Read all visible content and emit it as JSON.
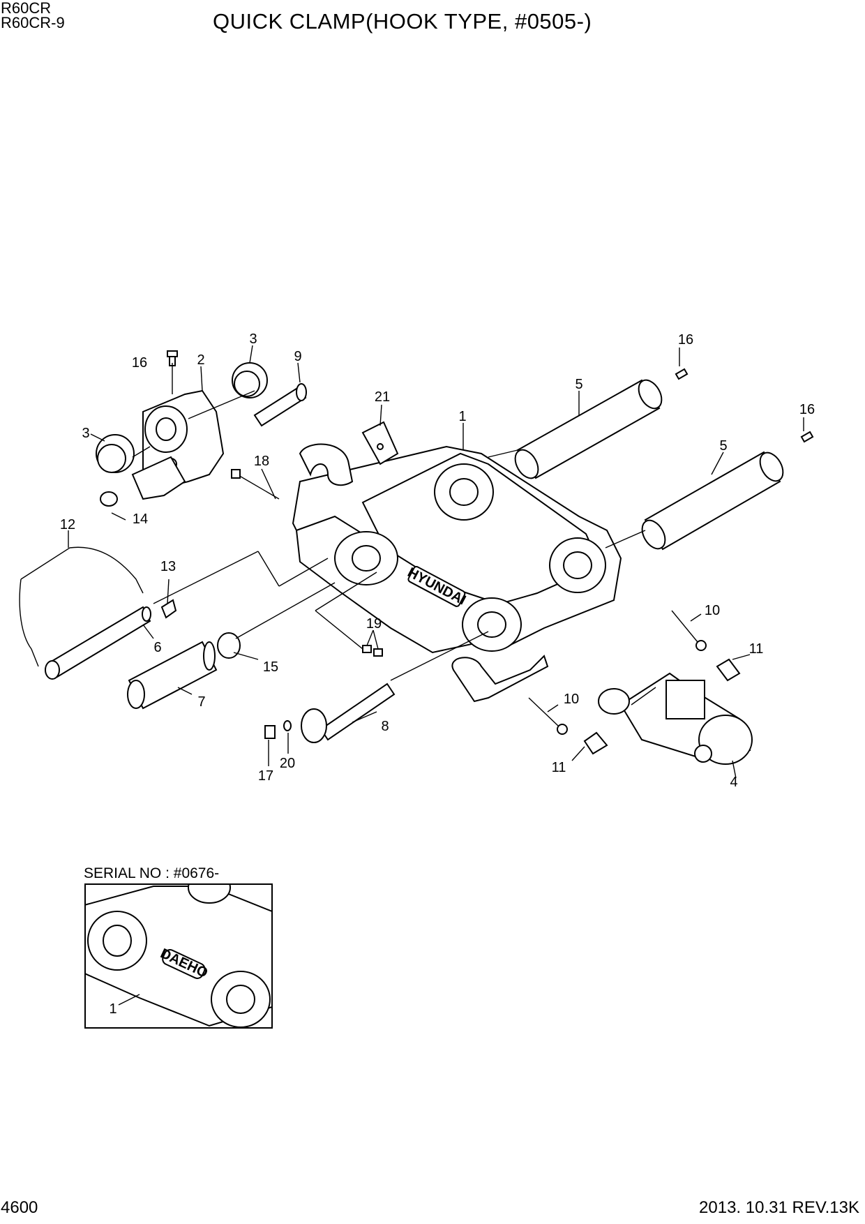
{
  "header": {
    "models": [
      "R60CR",
      "R60CR-9"
    ],
    "title": "QUICK CLAMP(HOOK TYPE, #0505-)"
  },
  "footer": {
    "page_number": "4600",
    "revision": "2013. 10.31  REV.13K"
  },
  "callouts": {
    "c1": "1",
    "c2": "2",
    "c3a": "3",
    "c3b": "3",
    "c4": "4",
    "c5a": "5",
    "c5b": "5",
    "c6": "6",
    "c7": "7",
    "c8": "8",
    "c9": "9",
    "c10a": "10",
    "c10b": "10",
    "c11a": "11",
    "c11b": "11",
    "c12": "12",
    "c13": "13",
    "c14": "14",
    "c15": "15",
    "c16a": "16",
    "c16b": "16",
    "c16c": "16",
    "c17": "17",
    "c18": "18",
    "c19": "19",
    "c20": "20",
    "c21": "21"
  },
  "brand_marks": {
    "main_frame": "HYUNDAI",
    "inset_frame": "DAEHO"
  },
  "inset": {
    "label": "SERIAL NO : #0676-",
    "callout": "1"
  }
}
